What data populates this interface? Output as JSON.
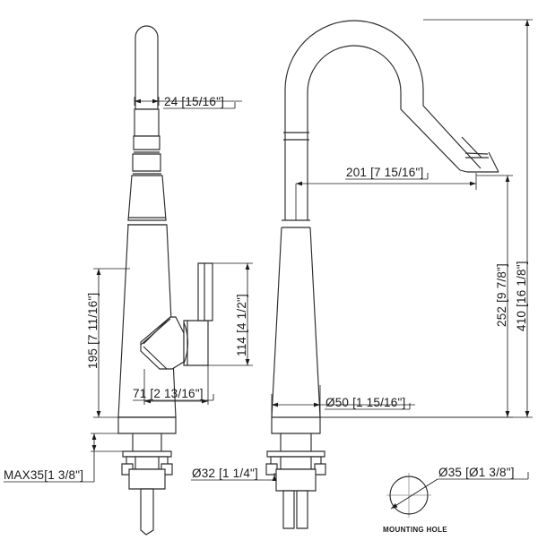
{
  "drawing": {
    "type": "technical-dimension-drawing",
    "subject": "kitchen pull-down faucet",
    "units": "mm [inches]",
    "background_color": "#ffffff",
    "line_color": "#2b2b2b",
    "dimension_color": "#1a1a1a"
  },
  "dimensions": {
    "spout_tip_width": "24 [15/16\"]",
    "handle_height": "195 [7 11/16\"]",
    "valve_body_height": "114 [4 1/2\"]",
    "handle_depth": "71 [2 13/16\"]",
    "spout_reach": "201 [7 15/16\"]",
    "spout_height": "252 [9 7/8\"]",
    "overall_height": "410 [16 1/8\"]",
    "base_diameter": "Ø50 [1 15/16\"]",
    "max_deck_thickness": "MAX35[1 3/8\"]",
    "shank_diameter": "Ø32 [1 1/4\"]",
    "mounting_hole_diameter": "Ø35 [Ø1 3/8\"]"
  },
  "labels": {
    "mounting_hole_caption": "MOUNTING HOLE"
  }
}
